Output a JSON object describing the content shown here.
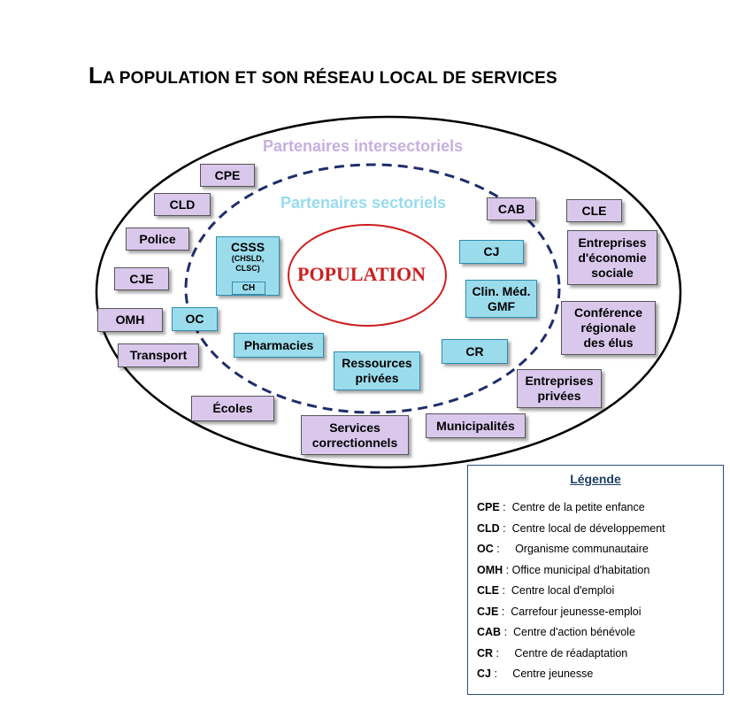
{
  "title": {
    "first_letter": "L",
    "rest": "a population et son réseau local de services"
  },
  "rings": {
    "outer_label": "Partenaires intersectoriels",
    "inner_label": "Partenaires sectoriels"
  },
  "center": {
    "label": "POPULATION"
  },
  "colors": {
    "intersectoral": "#d9c8ec",
    "sectoral": "#9bdcec",
    "population": "#cc1f1f",
    "legend_border": "#2a4f7a"
  },
  "intersectoral": {
    "cpe": "CPE",
    "cld": "CLD",
    "police": "Police",
    "cje": "CJE",
    "omh": "OMH",
    "transport": "Transport",
    "ecoles": "Écoles",
    "services_correctionnels": "Services correctionnels",
    "municipalites": "Municipalités",
    "entreprises_privees": "Entreprises privées",
    "conference": "Conférence régionale des élus",
    "entreprises_economie": "Entreprises d'économie sociale",
    "cle": "CLE",
    "cab": "CAB"
  },
  "sectoral": {
    "csss": "CSSS",
    "csss_sub": "(CHSLD, CLSC)",
    "ch": "CH",
    "oc": "OC",
    "pharmacies": "Pharmacies",
    "ressources_privees": "Ressources privées",
    "cr": "CR",
    "clinic": "Clin. Méd. GMF",
    "cj": "CJ"
  },
  "legend": {
    "title": "Légende",
    "items": [
      {
        "abbr": "CPE",
        "sep": " :  ",
        "desc": "Centre de la petite enfance"
      },
      {
        "abbr": "CLD",
        "sep": " :  ",
        "desc": "Centre local de développement"
      },
      {
        "abbr": "OC",
        "sep": " :     ",
        "desc": "Organisme communautaire"
      },
      {
        "abbr": "OMH",
        "sep": " : ",
        "desc": "Office municipal d'habitation"
      },
      {
        "abbr": "CLE",
        "sep": " :  ",
        "desc": "Centre local d'emploi"
      },
      {
        "abbr": "CJE",
        "sep": " :  ",
        "desc": "Carrefour jeunesse-emploi"
      },
      {
        "abbr": "CAB",
        "sep": " :  ",
        "desc": "Centre d'action bénévole"
      },
      {
        "abbr": "CR",
        "sep": " :     ",
        "desc": "Centre de réadaptation"
      },
      {
        "abbr": "CJ",
        "sep": " :     ",
        "desc": "Centre jeunesse"
      }
    ]
  }
}
